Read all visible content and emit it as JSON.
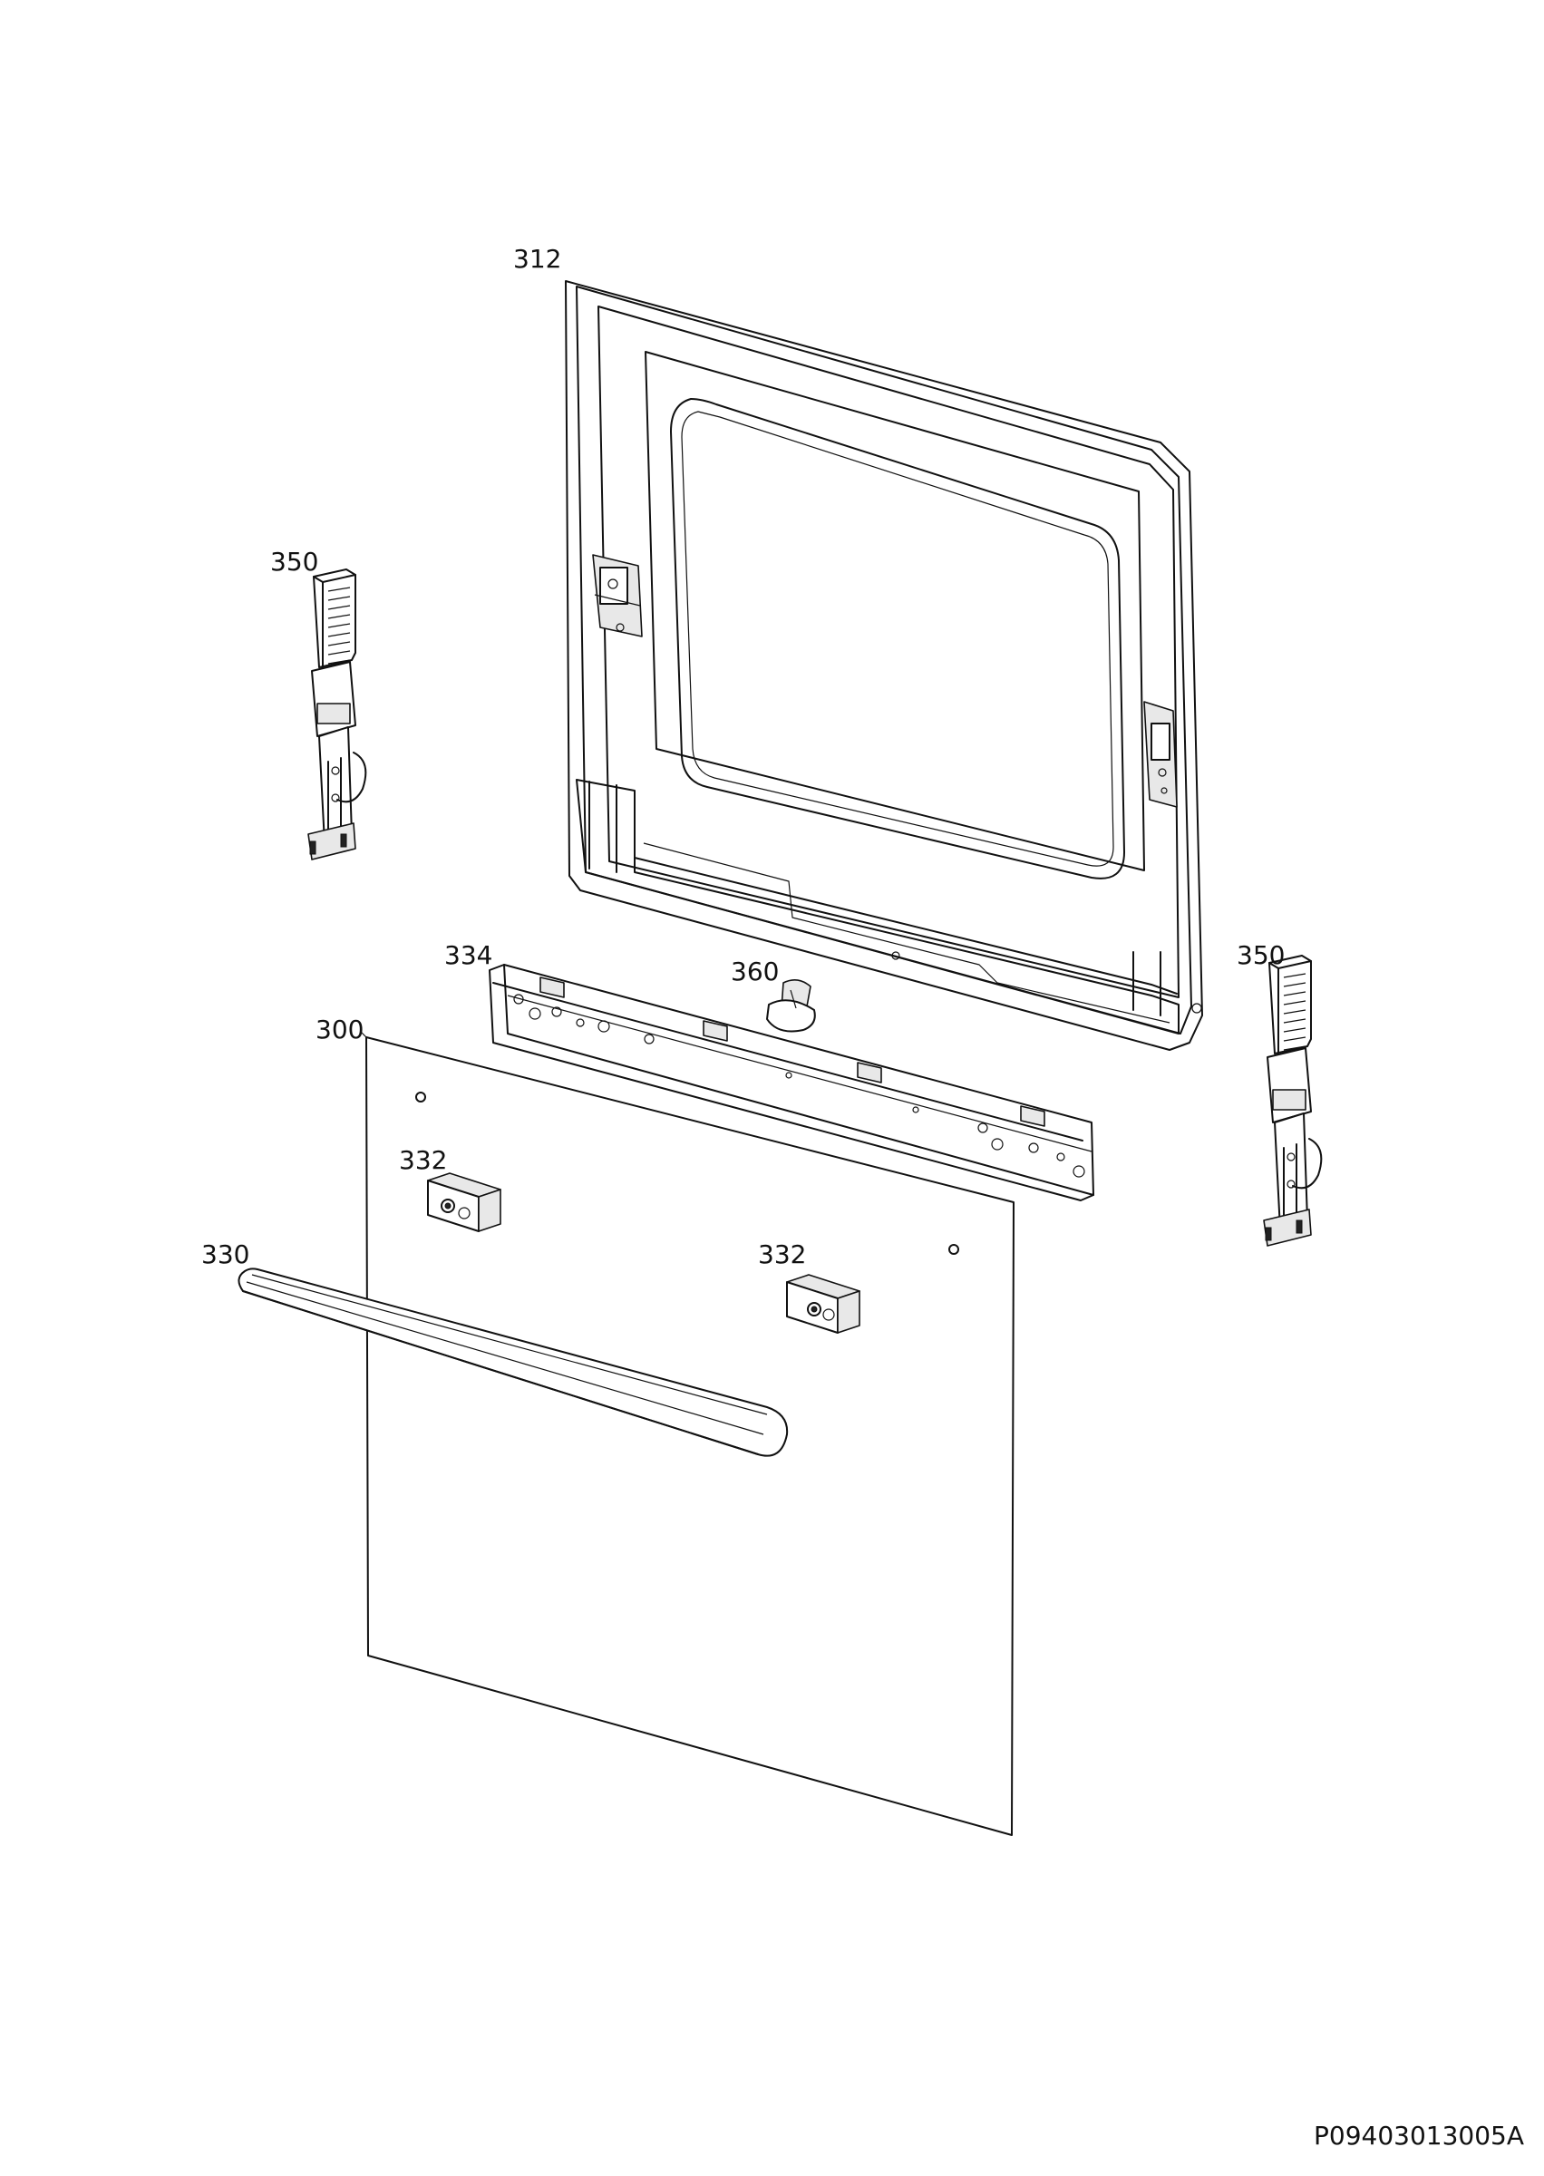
{
  "labels": {
    "door_frame": "312",
    "hinge_left": "350",
    "hinge_right": "350",
    "bracket": "334",
    "clip": "360",
    "outer_glass": "300",
    "spacer_left": "332",
    "spacer_right": "332",
    "handle": "330"
  },
  "drawing_code": "P09403013005A"
}
